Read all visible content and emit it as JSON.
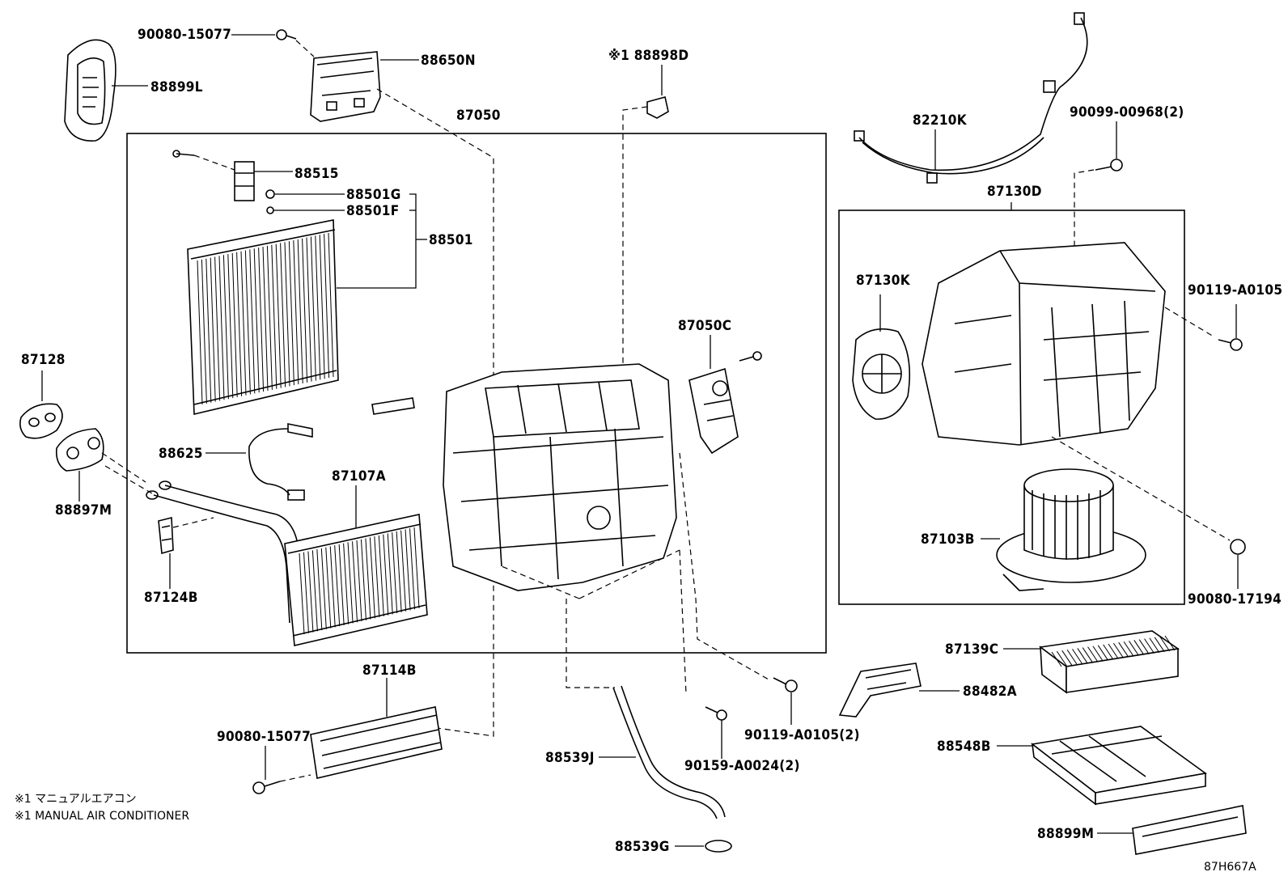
{
  "diagram_code": "87H667A",
  "notes": [
    "※1 マニュアルエアコン",
    "※1 MANUAL AIR CONDITIONER"
  ],
  "parts": {
    "p90080_15077_top": "90080-15077",
    "p88650N": "88650N",
    "p88899L": "88899L",
    "p88898D": "※1 88898D",
    "p87050": "87050",
    "p82210K": "82210K",
    "p90099_00968": "90099-00968(2)",
    "p88515": "88515",
    "p88501G": "88501G",
    "p88501F": "88501F",
    "p88501": "88501",
    "p87130D": "87130D",
    "p87130K": "87130K",
    "p90119_A0105_r": "90119-A0105",
    "p87128": "87128",
    "p87050C": "87050C",
    "p88625": "88625",
    "p87107A": "87107A",
    "p88897M": "88897M",
    "p87103B": "87103B",
    "p87124B": "87124B",
    "p90080_17194": "90080-17194",
    "p87139C": "87139C",
    "p87114B": "87114B",
    "p88482A": "88482A",
    "p90080_15077_bot": "90080-15077",
    "p90119_A0105_2": "90119-A0105(2)",
    "p88548B": "88548B",
    "p88539J": "88539J",
    "p90159_A0024": "90159-A0024(2)",
    "p88899M": "88899M",
    "p88539G": "88539G"
  }
}
